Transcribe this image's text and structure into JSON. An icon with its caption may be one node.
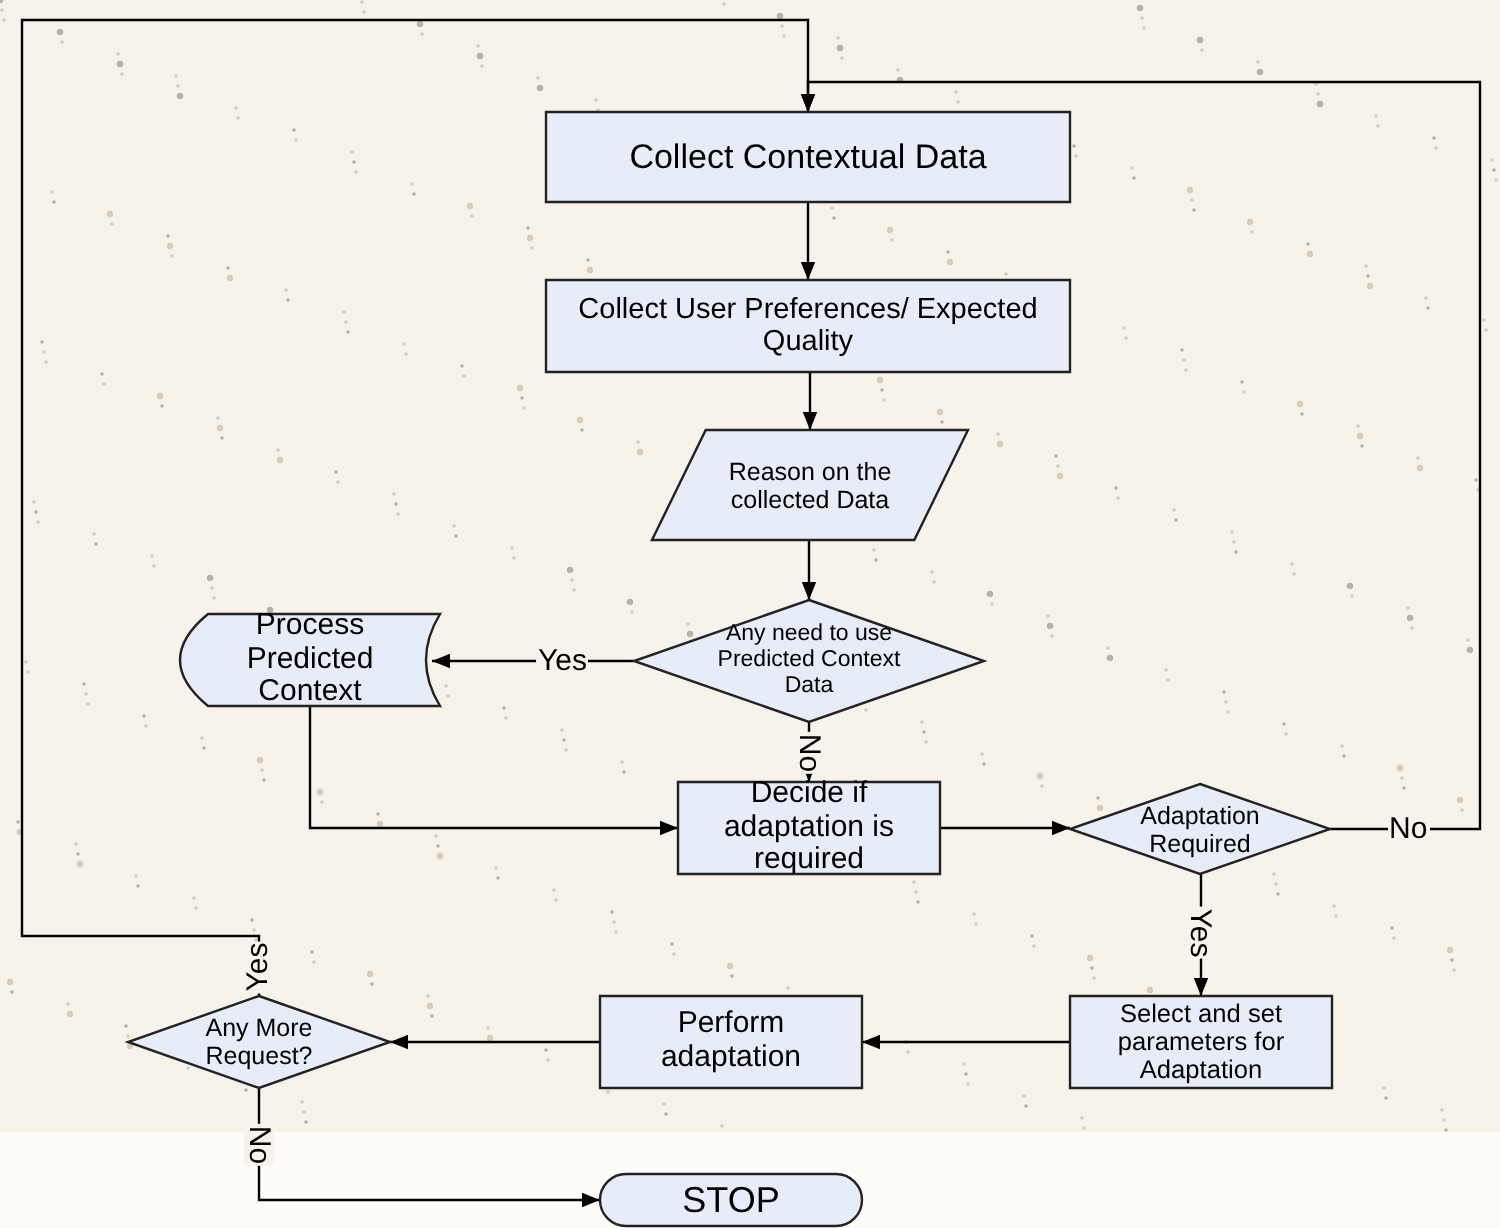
{
  "diagram": {
    "nodes": [
      {
        "text": [
          "Collect Contextual Data"
        ]
      },
      {
        "text": [
          "Collect User Preferences/ Expected Quality"
        ]
      },
      {
        "text": [
          "Reason on the collected Data"
        ]
      },
      {
        "text": [
          "Any need to use Predicted Context Data"
        ]
      },
      {
        "text": [
          "Process Predicted Context"
        ]
      },
      {
        "text": [
          "Decide if adaptation is required"
        ]
      },
      {
        "text": [
          "Adaptation Required"
        ]
      },
      {
        "text": [
          "Select and set parameters for Adaptation"
        ]
      },
      {
        "text": [
          "Perform adaptation"
        ]
      },
      {
        "text": [
          "Any More Request?"
        ]
      },
      {
        "text": [
          "STOP"
        ]
      }
    ],
    "edges": [
      {
        "from": 0,
        "to": 1,
        "arrow": "to"
      },
      {
        "from": 1,
        "to": 2,
        "arrow": "to"
      },
      {
        "from": 2,
        "to": 3,
        "arrow": "to"
      },
      {
        "from": 3,
        "to": 4,
        "arrow": "to",
        "label": "Yes"
      },
      {
        "from": 3,
        "to": 5,
        "arrow": "to",
        "label": "No"
      },
      {
        "from": 4,
        "to": 5,
        "arrow": "to"
      },
      {
        "from": 5,
        "to": 6,
        "arrow": "to"
      },
      {
        "from": 6,
        "to": 0,
        "arrow": "to",
        "label": "No"
      },
      {
        "from": 6,
        "to": 7,
        "arrow": "to",
        "label": "Yes"
      },
      {
        "from": 7,
        "to": 8,
        "arrow": "to"
      },
      {
        "from": 8,
        "to": 9,
        "arrow": "to"
      },
      {
        "from": 9,
        "to": 0,
        "arrow": "to",
        "label": "Yes"
      },
      {
        "from": 9,
        "to": 10,
        "arrow": "to",
        "label": "No"
      }
    ]
  }
}
